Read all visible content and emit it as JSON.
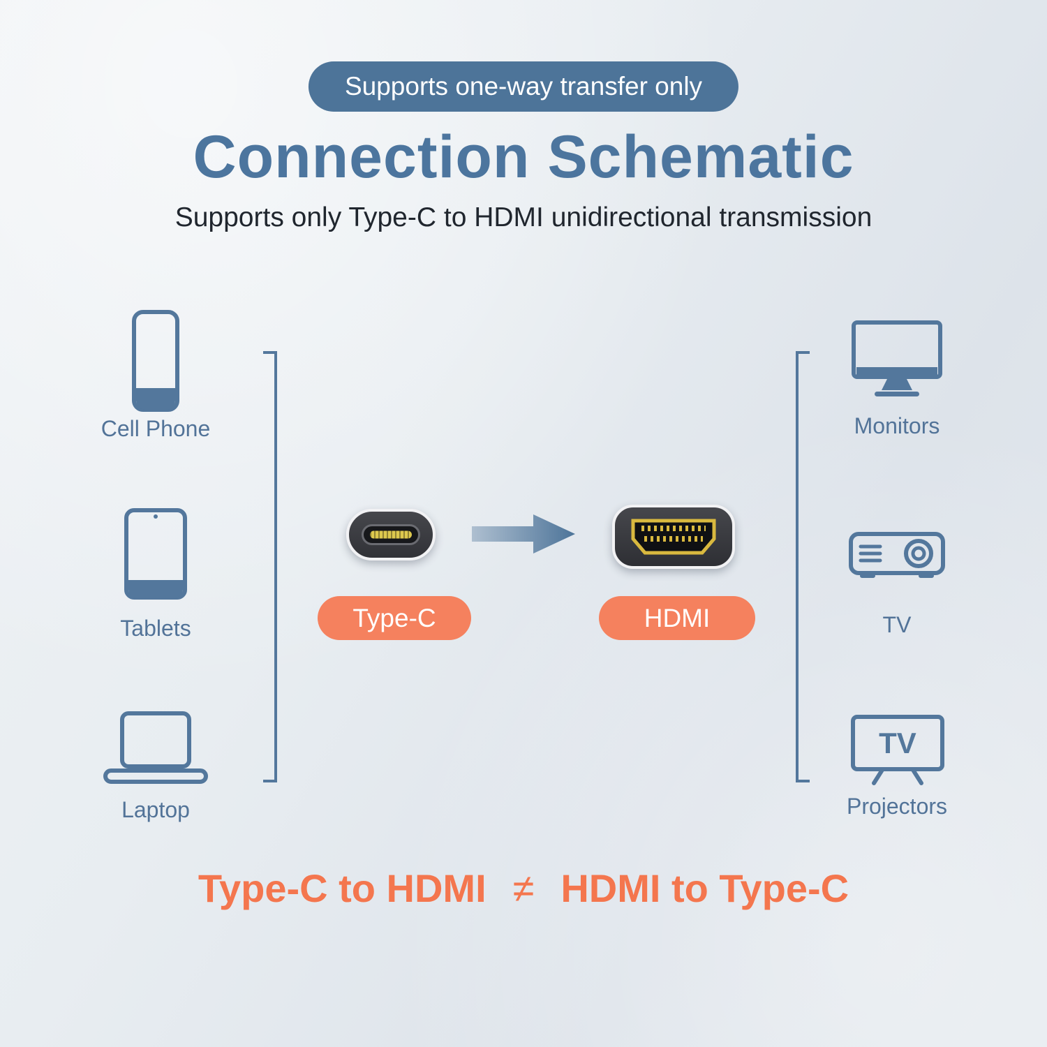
{
  "badge": {
    "label": "Supports one-way transfer only"
  },
  "title": "Connection Schematic",
  "subtitle": "Supports only Type-C to HDMI unidirectional transmission",
  "sources": [
    {
      "label": "Cell Phone"
    },
    {
      "label": "Tablets"
    },
    {
      "label": "Laptop"
    }
  ],
  "destinations": [
    {
      "label": "Monitors"
    },
    {
      "label": "TV"
    },
    {
      "label": "Projectors"
    }
  ],
  "connectors": {
    "source_label": "Type-C",
    "destination_label": "HDMI"
  },
  "tv_icon_text": "TV",
  "footer": {
    "left": "Type-C to HDMI",
    "symbol": "≠",
    "right": "HDMI to Type-C"
  },
  "colors": {
    "accent_blue": "#53779C",
    "accent_orange": "#F5815E",
    "badge_bg": "#4D7499"
  }
}
